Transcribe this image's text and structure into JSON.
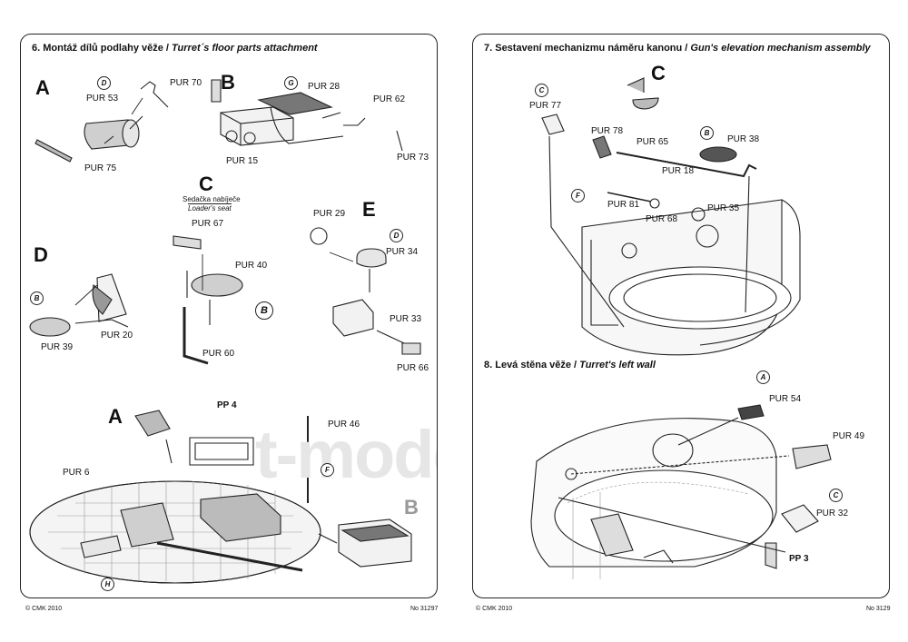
{
  "watermark": "t-modelisty.ru",
  "left": {
    "heading_cz": "6. Montáž dílů podlahy věže / ",
    "heading_en": "Turret´s floor parts attachment",
    "sections": {
      "A": "A",
      "B": "B",
      "C": "C",
      "D": "D",
      "E": "E",
      "A2": "A",
      "B2": "B"
    },
    "loader_seat_cz": "Sedačka nabíječe",
    "loader_seat_en": "Loader's seat",
    "pp4": "PP 4",
    "parts": {
      "pur70": "PUR 70",
      "pur53": "PUR 53",
      "pur75": "PUR 75",
      "pur28": "PUR 28",
      "pur62": "PUR 62",
      "pur15": "PUR 15",
      "pur73": "PUR 73",
      "pur67": "PUR 67",
      "pur40": "PUR 40",
      "pur60": "PUR 60",
      "pur29": "PUR 29",
      "pur34": "PUR 34",
      "pur33": "PUR 33",
      "pur66": "PUR 66",
      "pur39": "PUR 39",
      "pur20": "PUR 20",
      "pur46": "PUR 46",
      "pur6": "PUR 6"
    },
    "badges": {
      "d1": "D",
      "g": "G",
      "d2": "D",
      "b1": "B",
      "b2": "B",
      "f": "F",
      "h": "H"
    },
    "footer_left": "© CMK 2010",
    "footer_right": "No 31297"
  },
  "right": {
    "heading7_cz": "7. Sestavení mechanizmu náměru kanonu / ",
    "heading7_en": "Gun's elevation mechanism assembly",
    "section_c": "C",
    "parts7": {
      "pur77": "PUR 77",
      "pur78": "PUR 78",
      "pur65": "PUR 65",
      "pur38": "PUR 38",
      "pur18": "PUR 18",
      "pur81": "PUR 81",
      "pur68": "PUR 68",
      "pur35": "PUR 35"
    },
    "badges7": {
      "c": "C",
      "b": "B",
      "f": "F"
    },
    "heading8_cz": "8. Levá stěna věže / ",
    "heading8_en": "Turret's left wall",
    "parts8": {
      "pur54": "PUR 54",
      "pur49": "PUR 49",
      "pur32": "PUR 32",
      "pp3": "PP 3"
    },
    "badges8": {
      "a": "A",
      "c": "C"
    },
    "footer_left": "© CMK 2010",
    "footer_right": "No 3129"
  }
}
